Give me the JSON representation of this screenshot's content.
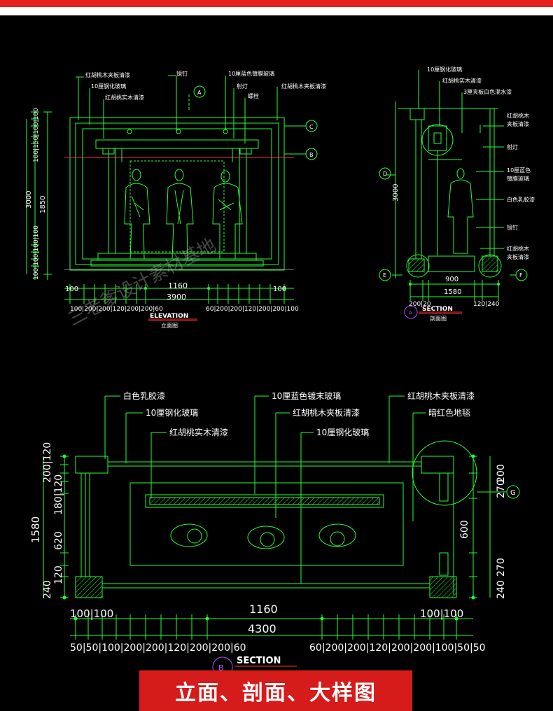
{
  "elevation": {
    "title": "ELEVATION",
    "subtitle": "立面图",
    "labels": {
      "walnut_veneer_left": "红胡桃木夹板清漆",
      "tempered_glass": "10厘钢化玻璃",
      "walnut_solid": "红胡桃实木清漆",
      "mirror_nail": "镜钉",
      "blue_glass": "10厘蓝色镀膜玻璃",
      "spotlight": "射灯",
      "bolt": "螺栓",
      "walnut_veneer_right": "红胡桃木夹板清漆"
    },
    "dims": {
      "left_stack_top": "100|150|100|100",
      "d3000": "3000",
      "d1850": "1850",
      "left_stack_bottom": "100|100|100|100",
      "d100a": "100",
      "d1160": "1160",
      "d100b": "100",
      "d3900": "3900",
      "bottom_left": "100|200|200|120|200|200|60",
      "bottom_right": "60|200|200|120|200|200|100"
    },
    "markers": {
      "a": "A",
      "b": "B",
      "c": "C"
    }
  },
  "side_section": {
    "title": "SECTION",
    "subtitle": "剖面图",
    "marker": "A",
    "labels": {
      "tempered_glass": "10厘钢化玻璃",
      "walnut_solid": "红胡桃实木清漆",
      "ply_white": "3厘夹板白色混水漆",
      "walnut_veneer_1": "红胡桃木",
      "walnut_veneer_1b": "夹板清漆",
      "spotlight": "射灯",
      "blue_glass_1": "10厘蓝色",
      "blue_glass_2": "镀膜玻璃",
      "white_latex": "白色乳胶漆",
      "mirror_nail": "镜钉",
      "walnut_veneer_2": "红胡桃木",
      "walnut_veneer_2b": "夹板清漆"
    },
    "dims": {
      "d3000": "3000",
      "d900": "900",
      "d1580": "1580",
      "bottom_left": "200|20",
      "bottom_right": "120|240"
    },
    "markers": {
      "d": "D",
      "e": "E",
      "f": "F"
    }
  },
  "plan_section": {
    "title": "SECTION",
    "marker": "B",
    "labels": {
      "white_latex": "白色乳胶漆",
      "tempered_glass_1": "10厘钢化玻璃",
      "walnut_solid": "红胡桃实木清漆",
      "blue_glass": "10厘蓝色镀末玻璃",
      "walnut_veneer": "红胡桃木夹板清漆",
      "tempered_glass_2": "10厘钢化玻璃",
      "walnut_veneer_right": "红胡桃木夹板清漆",
      "dark_red_carpet": "暗红色地毯"
    },
    "dims": {
      "d1580": "1580",
      "left_stack_1": "200|120",
      "left_stack_2": "180|120",
      "d620": "620",
      "left_stack_3": "120",
      "d240": "240",
      "right_stack_1": "200",
      "right_stack_2": "270",
      "d600": "600",
      "d270": "270",
      "d240r": "240",
      "d100a": "100|100",
      "d1160": "1160",
      "d100b": "100|100",
      "d4300": "4300",
      "bottom_left": "50|50|100|200|200|120|200|200|60",
      "bottom_right": "60|200|200|120|200|200|100|50|50"
    },
    "markers": {
      "g": "G"
    }
  },
  "watermark": "三老爹设计素材基地",
  "banner": "立面、剖面、大样图",
  "colors": {
    "line": "#22ff33",
    "accent": "#ff3333",
    "dim_text": "#ffffff",
    "banner": "#d61b1b"
  }
}
